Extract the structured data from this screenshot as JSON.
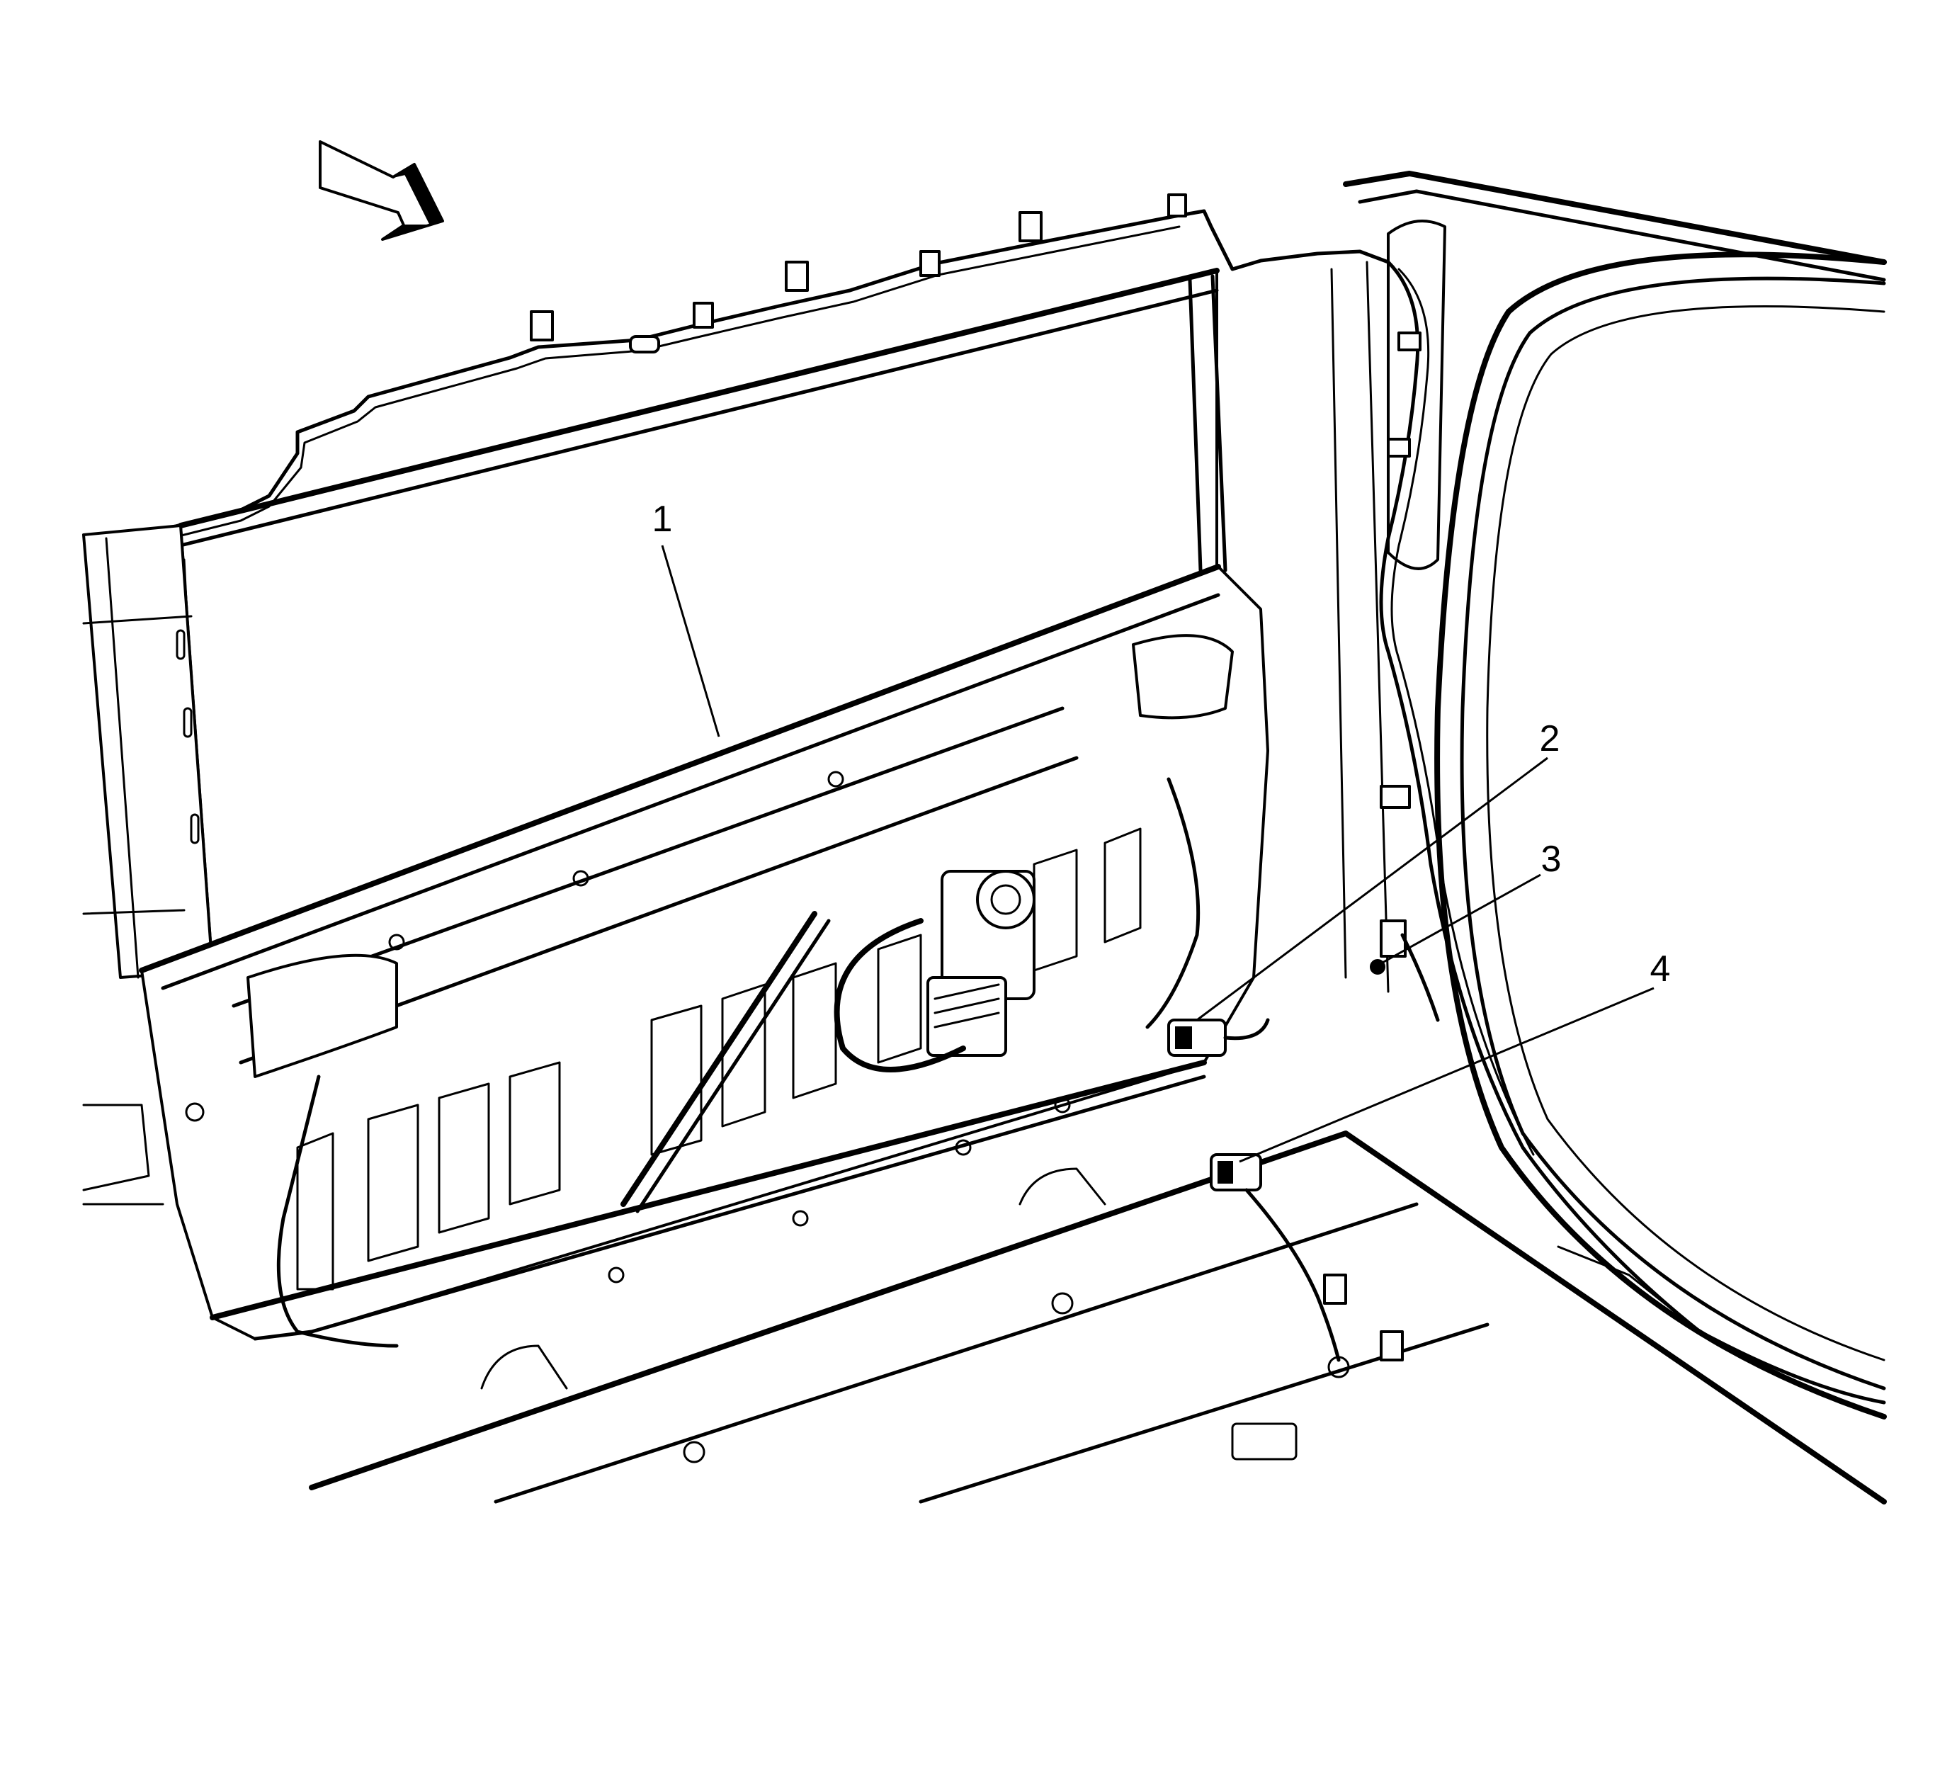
{
  "diagram": {
    "callouts": [
      {
        "id": "1",
        "label": "1"
      },
      {
        "id": "2",
        "label": "2"
      },
      {
        "id": "3",
        "label": "3"
      },
      {
        "id": "4",
        "label": "4"
      }
    ],
    "icons": [
      "direction-arrow-icon"
    ]
  }
}
